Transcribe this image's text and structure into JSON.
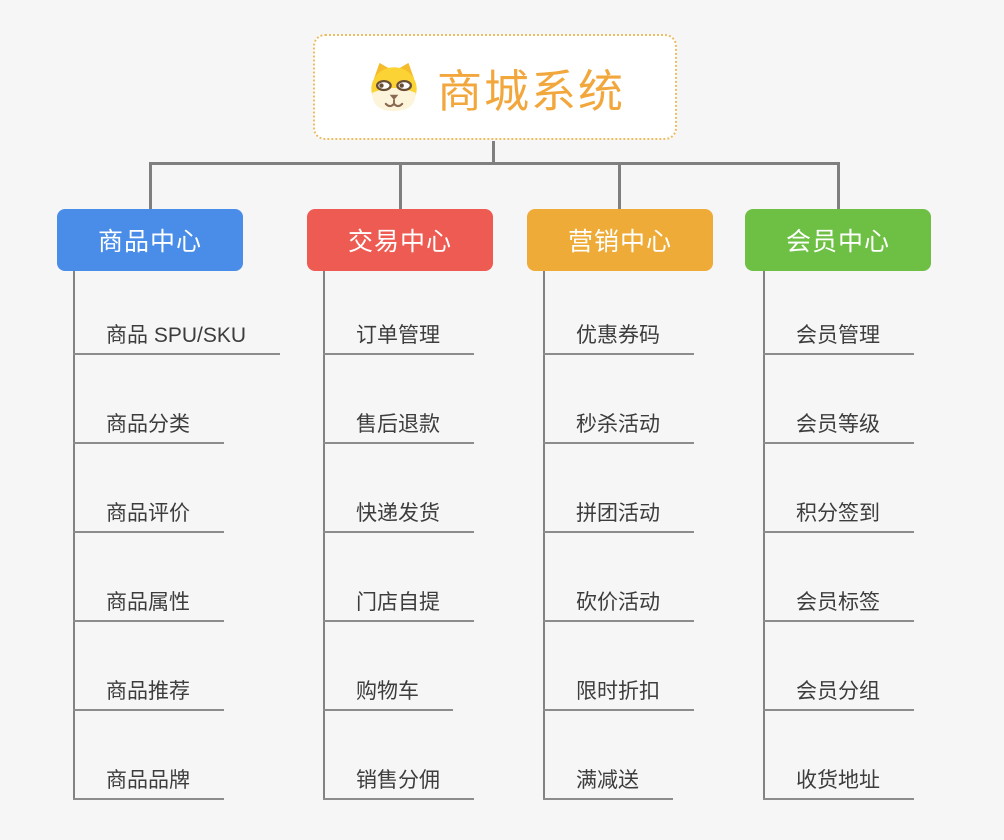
{
  "root": {
    "title": "商城系统",
    "icon": "dog-face-icon",
    "accent_color": "#f2a73d",
    "border_color": "#eebc62"
  },
  "branches": [
    {
      "label": "商品中心",
      "color": "#4a8de8",
      "children": [
        "商品 SPU/SKU",
        "商品分类",
        "商品评价",
        "商品属性",
        "商品推荐",
        "商品品牌"
      ]
    },
    {
      "label": "交易中心",
      "color": "#ee5b52",
      "children": [
        "订单管理",
        "售后退款",
        "快递发货",
        "门店自提",
        "购物车",
        "销售分佣"
      ]
    },
    {
      "label": "营销中心",
      "color": "#eeab37",
      "children": [
        "优惠券码",
        "秒杀活动",
        "拼团活动",
        "砍价活动",
        "限时折扣",
        "满减送"
      ]
    },
    {
      "label": "会员中心",
      "color": "#6ec044",
      "children": [
        "会员管理",
        "会员等级",
        "积分签到",
        "会员标签",
        "会员分组",
        "收货地址"
      ]
    }
  ]
}
